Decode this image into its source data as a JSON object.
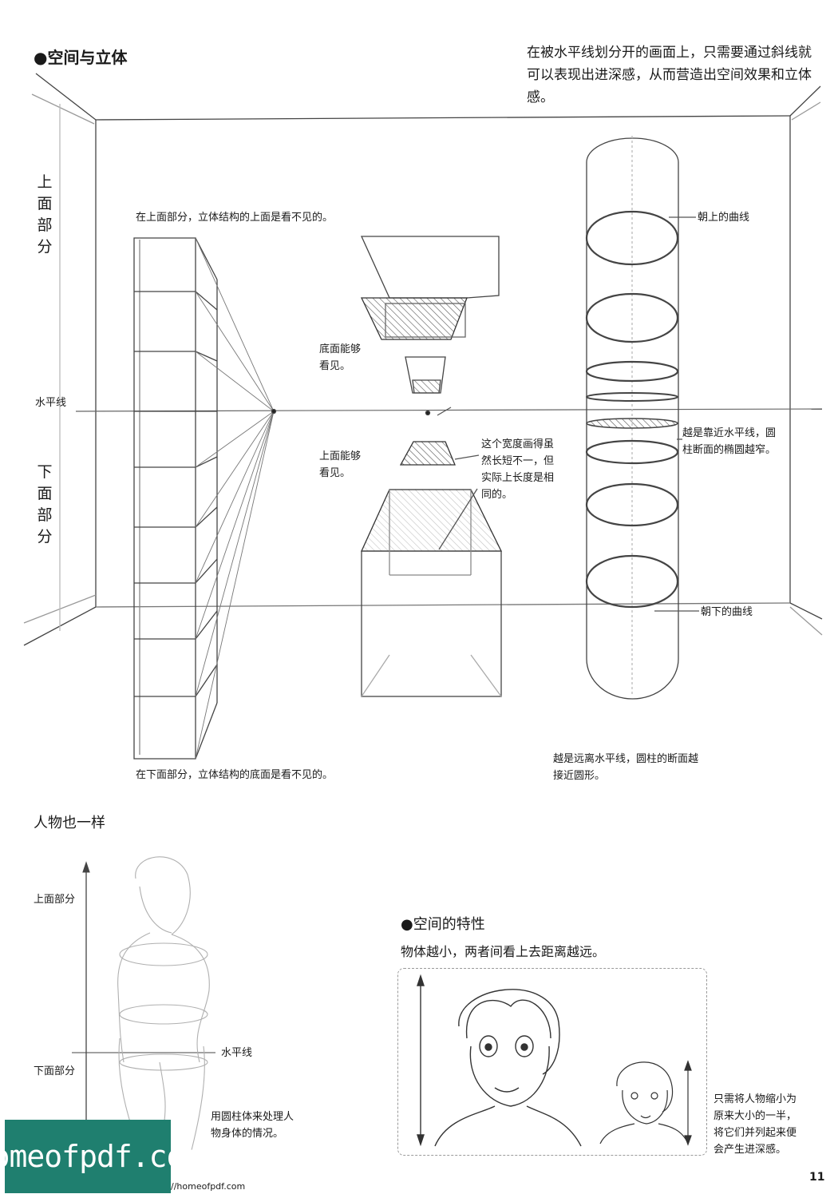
{
  "header": {
    "section_title": "●空间与立体"
  },
  "intro": {
    "text": "在被水平线划分开的画面上，只需要通过斜线就可以表现出进深感，从而营造出空间效果和立体感。"
  },
  "side_labels": {
    "upper": [
      "上",
      "面",
      "部",
      "分"
    ],
    "horizon": "水平线",
    "lower": [
      "下",
      "面",
      "部",
      "分"
    ]
  },
  "labels": {
    "upper_top_hidden": "在上面部分，立体结构的上面是看不见的。",
    "bottom_visible_1": "底面能够",
    "bottom_visible_2": "看见。",
    "top_visible_1": "上面能够",
    "top_visible_2": "看见。",
    "width_note": [
      "这个宽度画得虽",
      "然长短不一，但",
      "实际上长度是相",
      "同的。"
    ],
    "curve_up": "朝上的曲线",
    "ellipse_narrow": [
      "越是靠近水平线，圆",
      "柱断面的椭圆越窄。"
    ],
    "curve_down": "朝下的曲线",
    "lower_bottom_hidden": "在下面部分，立体结构的底面是看不见的。",
    "far_circle": [
      "越是远离水平线，圆柱的断面越",
      "接近圆形。"
    ]
  },
  "figure_section": {
    "title": "人物也一样",
    "upper": "上面部分",
    "horizon": "水平线",
    "lower": "下面部分",
    "cylinder_note": [
      "用圆柱体来处理人",
      "物身体的情况。"
    ]
  },
  "space_section": {
    "title": "●空间的特性",
    "subtitle": "物体越小，两者间看上去距离越远。",
    "half_note": [
      "只需将人物缩小为",
      "原来大小的一半，",
      "将它们并列起来便",
      "会产生进深感。"
    ]
  },
  "footer": {
    "brand": "homeofpdf.com",
    "url": "//homeofpdf.com",
    "page_number": "11"
  }
}
